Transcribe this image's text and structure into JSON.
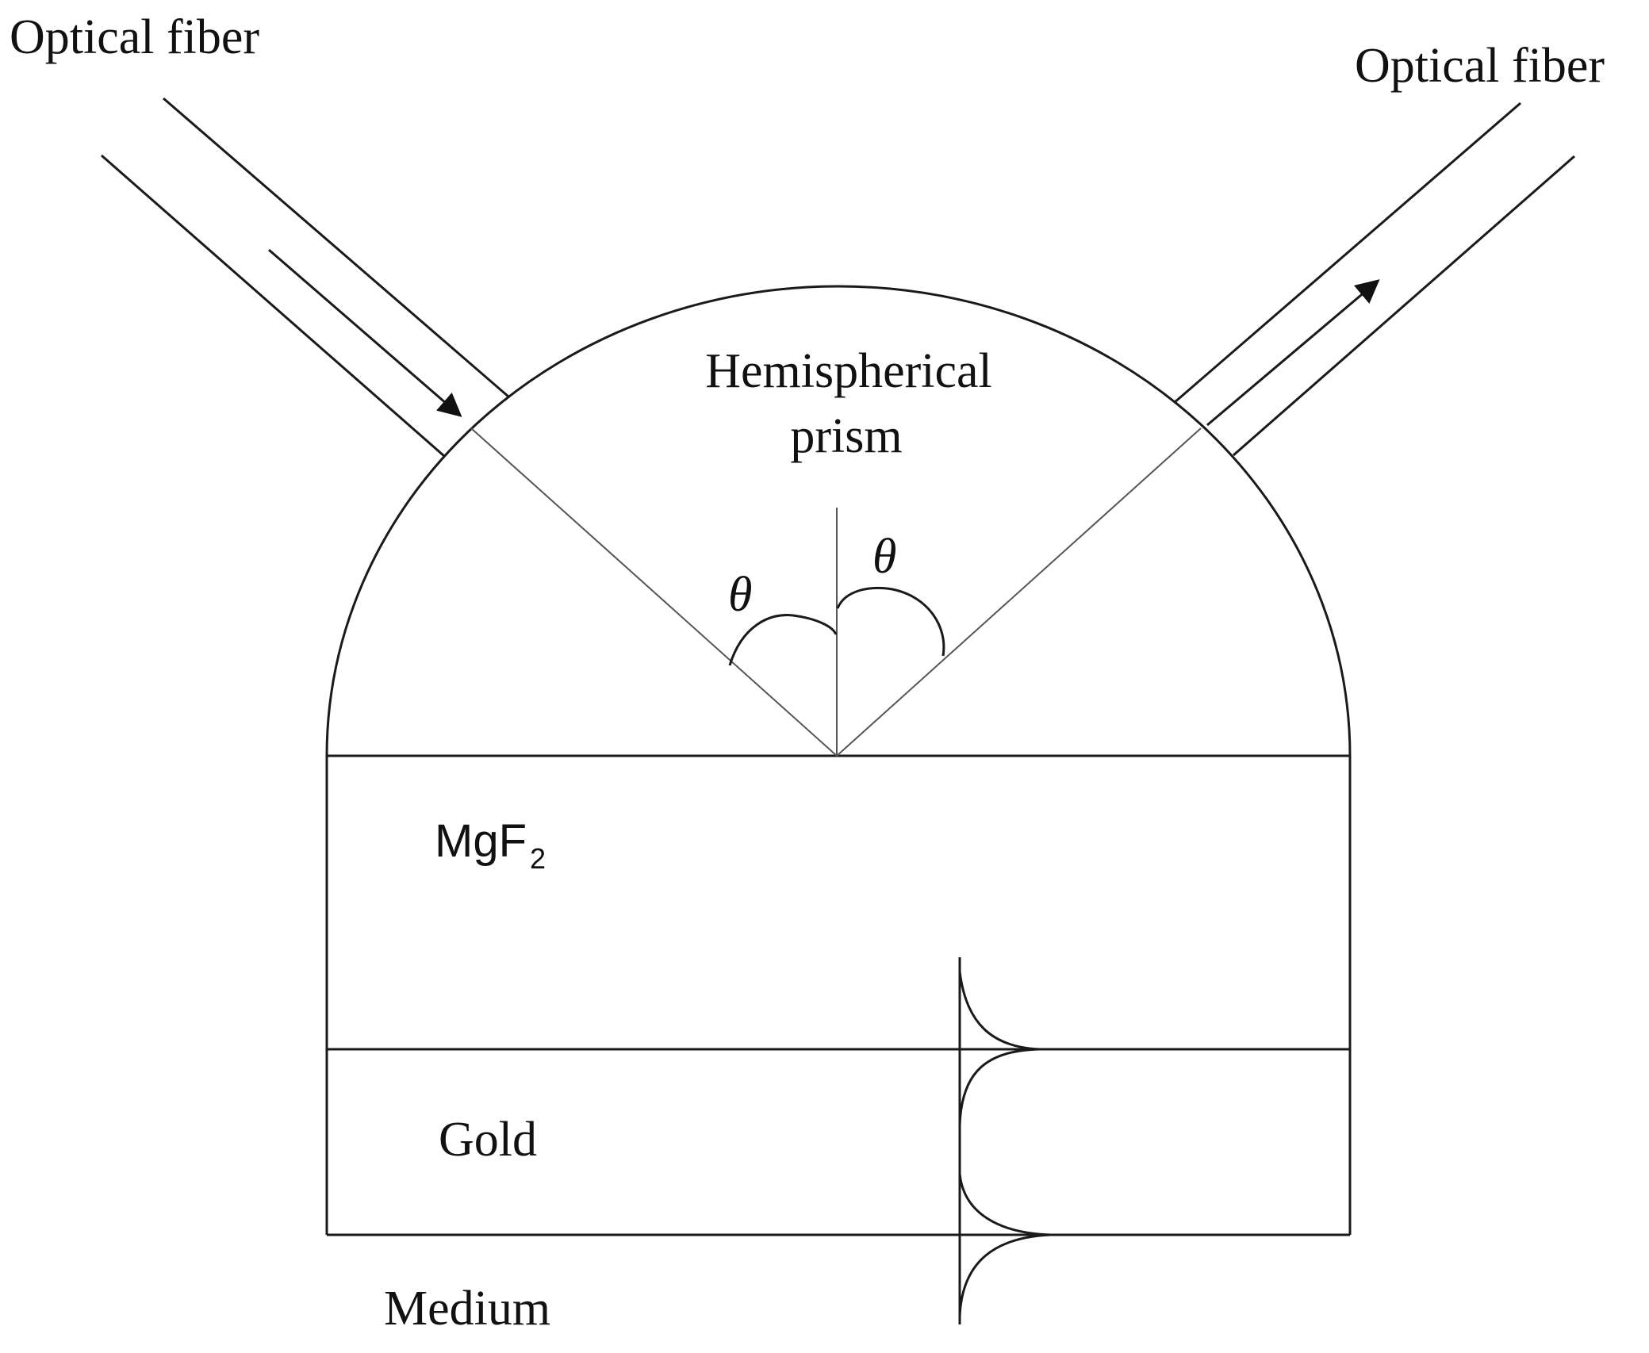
{
  "labels": {
    "fiber_left": "Optical fiber",
    "fiber_right": "Optical fiber",
    "prism_line1": "Hemispherical",
    "prism_line2": "prism",
    "angle_left": "θ",
    "angle_right": "θ",
    "layer_mgf2_main": "MgF",
    "layer_mgf2_sub": "2",
    "layer_gold": "Gold",
    "layer_medium": "Medium"
  },
  "colors": {
    "line": "#1a1a1a",
    "ray": "#555555",
    "text": "#111111",
    "background": "#ffffff"
  }
}
